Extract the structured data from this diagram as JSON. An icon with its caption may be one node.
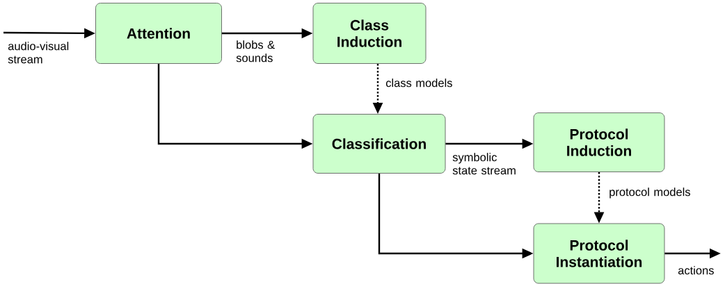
{
  "diagram": {
    "nodes": [
      {
        "text": [
          "Attention"
        ]
      },
      {
        "text": [
          "Class Induction"
        ]
      },
      {
        "text": [
          "Classification"
        ]
      },
      {
        "text": [
          "Protocol Induction"
        ]
      },
      {
        "text": [
          "Protocol Instantiation"
        ]
      }
    ],
    "edges": [
      {
        "from": null,
        "to": 0,
        "arrow": "to",
        "label": "audio-visual stream"
      },
      {
        "from": 0,
        "to": 1,
        "arrow": "to",
        "label": "blobs & sounds"
      },
      {
        "from": 1,
        "to": 2,
        "arrow": "to",
        "label": "class models",
        "style": "dashed"
      },
      {
        "from": 0,
        "to": 2,
        "arrow": "to"
      },
      {
        "from": 2,
        "to": 3,
        "arrow": "to",
        "label": "symbolic state stream"
      },
      {
        "from": 3,
        "to": 4,
        "arrow": "to",
        "label": "protocol models",
        "style": "dashed"
      },
      {
        "from": 2,
        "to": 4,
        "arrow": "to"
      },
      {
        "from": 4,
        "to": null,
        "arrow": "to",
        "label": "actions"
      }
    ]
  }
}
